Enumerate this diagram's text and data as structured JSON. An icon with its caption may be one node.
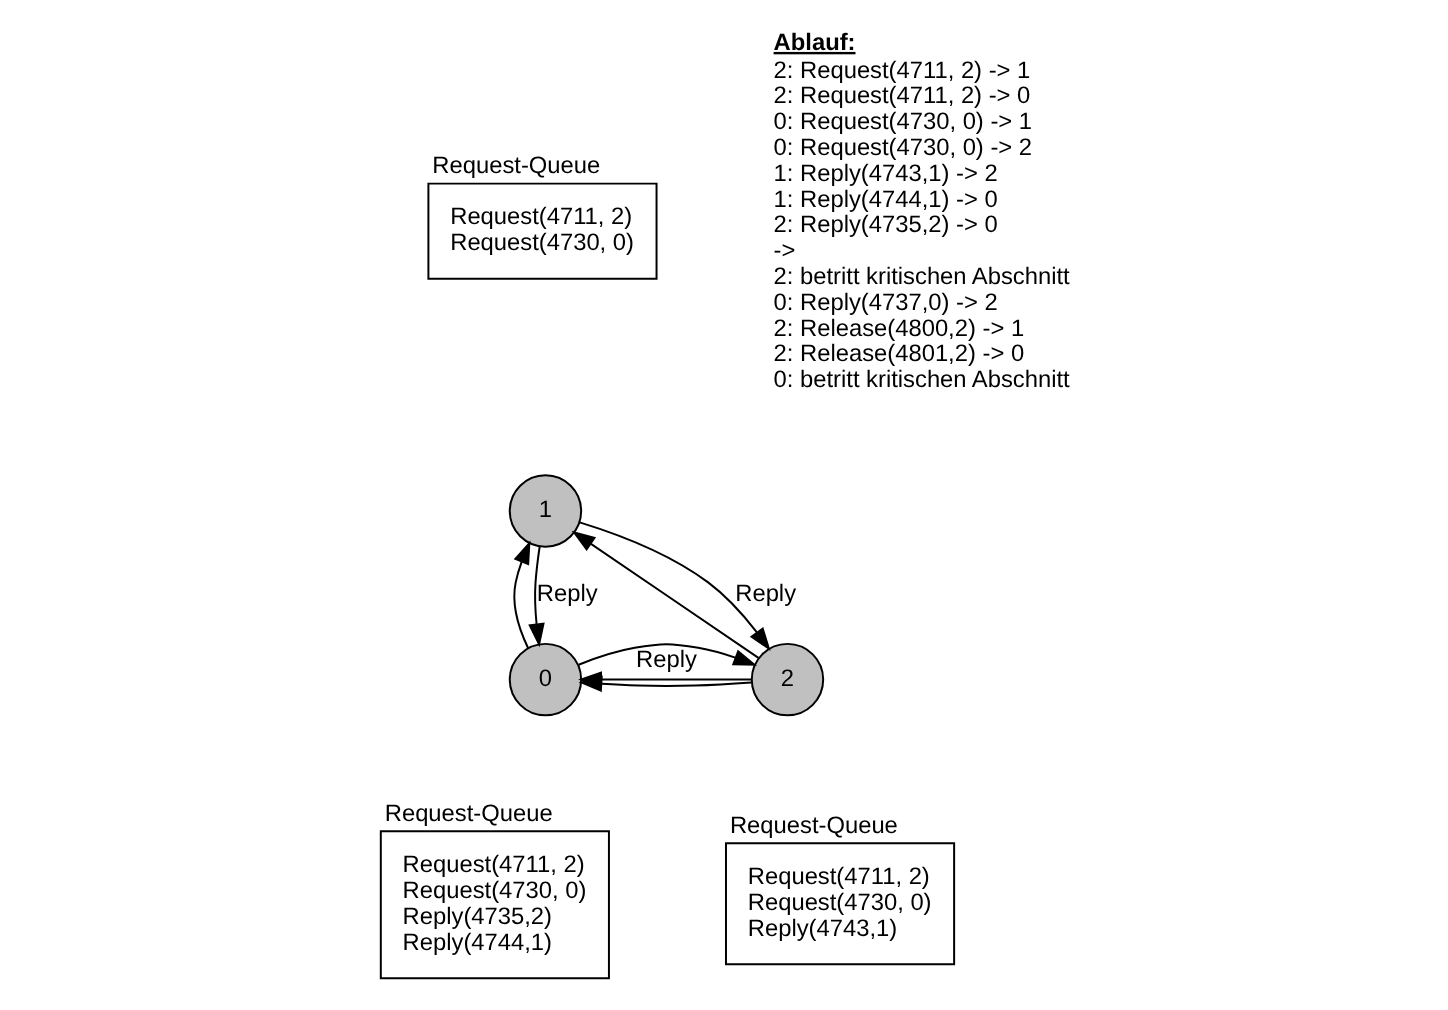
{
  "diagram": {
    "nodes": [
      {
        "text": [
          "Request-Queue",
          "Request(4711, 2)",
          "Request(4730, 0)"
        ]
      },
      {
        "text": [
          "1"
        ]
      },
      {
        "text": [
          "0"
        ]
      },
      {
        "text": [
          "2"
        ]
      },
      {
        "text": [
          "Request-Queue",
          "Request(4711, 2)",
          "Request(4730, 0)",
          "Reply(4735,2)",
          "Reply(4744,1)"
        ]
      },
      {
        "text": [
          "Request-Queue",
          "Request(4711, 2)",
          "Request(4730, 0)",
          "Reply(4743,1)"
        ]
      }
    ],
    "edges": [
      {
        "from": 1,
        "to": 2,
        "arrow": "to",
        "label": "Reply"
      },
      {
        "from": 2,
        "to": 1,
        "arrow": "to"
      },
      {
        "from": 1,
        "to": 3,
        "arrow": "to",
        "label": "Reply"
      },
      {
        "from": 3,
        "to": 1,
        "arrow": "to"
      },
      {
        "from": 3,
        "to": 2,
        "arrow": "to"
      },
      {
        "from": 2,
        "to": 3,
        "arrow": "to"
      },
      {
        "from": 3,
        "to": 2,
        "arrow": "to",
        "label": "Reply"
      }
    ],
    "labels": [
      "Ablauf:",
      "2: Request(4711, 2) -> 1",
      "2: Request(4711, 2) -> 0",
      "0: Request(4730, 0) -> 1",
      "0: Request(4730, 0) -> 2",
      "1: Reply(4743,1) -> 2",
      "1: Reply(4744,1) -> 0",
      "2: Reply(4735,2) -> 0",
      "->",
      "2: betritt kritischen Abschnitt",
      "0: Reply(4737,0) -> 2",
      "2: Release(4800,2) -> 1",
      "2: Release(4801,2) -> 0",
      "0: betritt kritischen Abschnitt"
    ]
  }
}
